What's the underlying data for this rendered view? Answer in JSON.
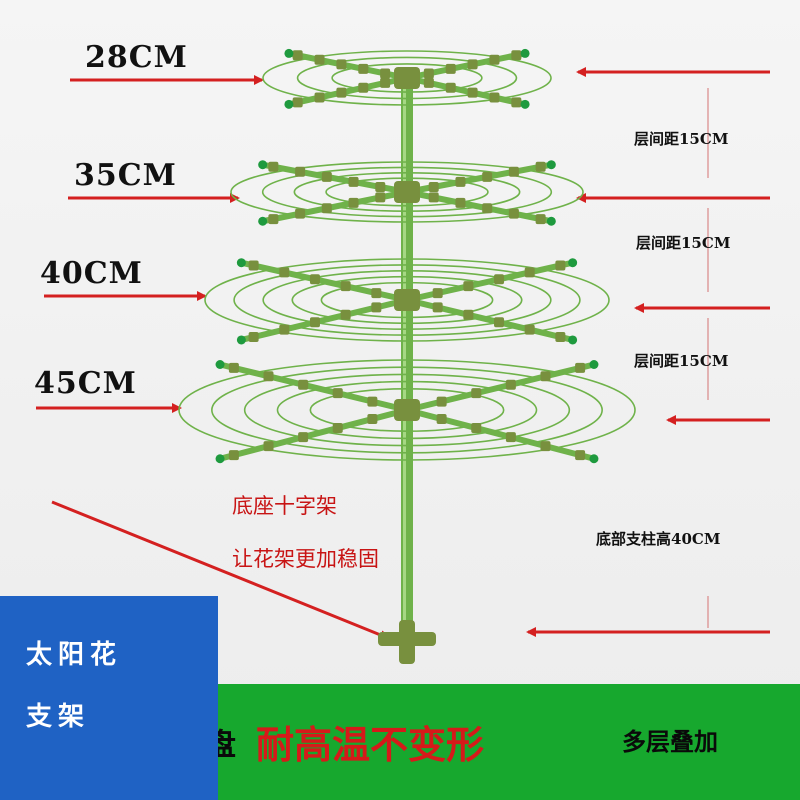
{
  "sizes": [
    "28CM",
    "35CM",
    "40CM",
    "45CM"
  ],
  "spacing": [
    "层间距15CM",
    "层间距15CM",
    "层间距15CM"
  ],
  "base_height": "底部支柱高40CM",
  "base_note": [
    "底座十字架",
    "让花架更加稳固"
  ],
  "tag": [
    "太阳花",
    "支架"
  ],
  "bottom": {
    "part1": "层盘",
    "part2": "耐高温不变形",
    "part3": "多层叠加"
  },
  "colors": {
    "arrow": "#d42020",
    "frame": "#6fb24a",
    "clip": "#78903e",
    "band": "#17a82e",
    "tag": "#1f62c4",
    "highlight": "#d61a1a"
  }
}
